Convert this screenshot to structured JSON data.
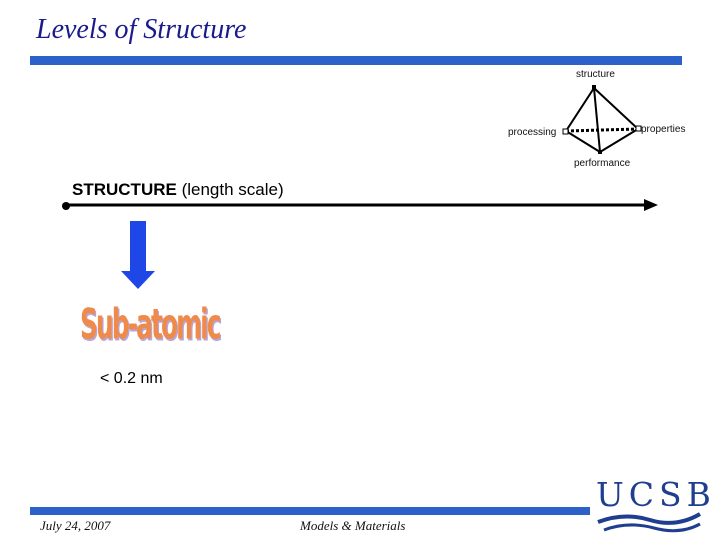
{
  "slide": {
    "title": "Levels of Structure",
    "accent_color": "#2b61c9"
  },
  "tetrahedron": {
    "structure": "structure",
    "processing": "processing",
    "properties": "properties",
    "performance": "performance"
  },
  "scale": {
    "heading_bold": "STRUCTURE",
    "heading_rest": " (length scale)",
    "level_name": "Sub-atomic",
    "level_value": "< 0.2 nm",
    "arrow_color": "#1f47e8"
  },
  "footer": {
    "date": "July 24, 2007",
    "course": "Models & Materials",
    "logo": "UCSB"
  }
}
